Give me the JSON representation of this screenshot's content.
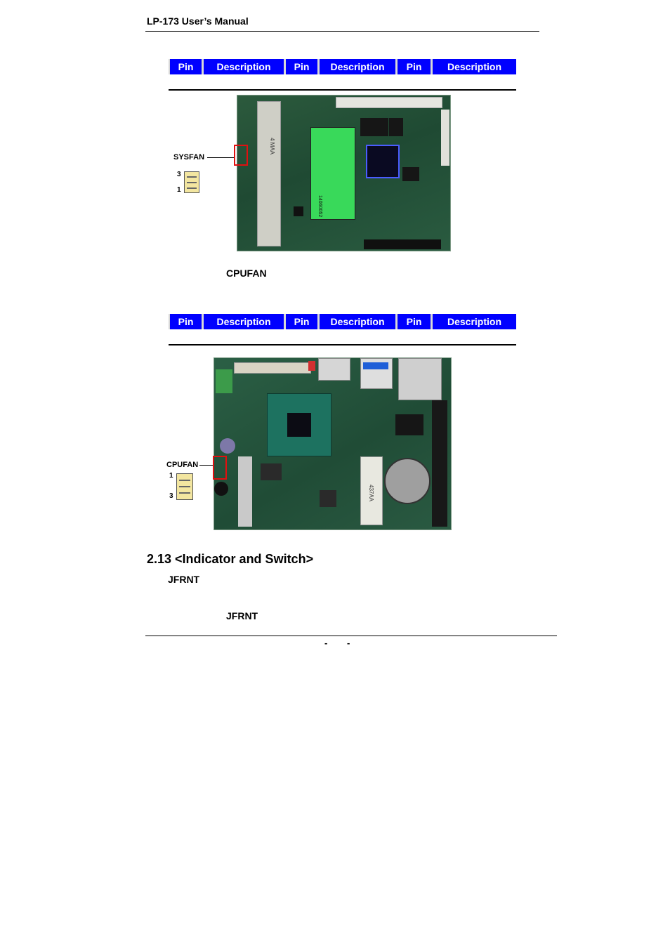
{
  "header": {
    "title": "LP-173 User’s Manual"
  },
  "tables": [
    {
      "columns": [
        "Pin",
        "Description",
        "Pin",
        "Description",
        "Pin",
        "Description"
      ]
    },
    {
      "columns": [
        "Pin",
        "Description",
        "Pin",
        "Description",
        "Pin",
        "Description"
      ]
    }
  ],
  "figures": [
    {
      "callout": "SYSFAN",
      "pin_labels": [
        "3",
        "1"
      ],
      "caption": "CPUFAN",
      "silkscreen": [
        "4 MAA",
        "14060052"
      ]
    },
    {
      "callout": "CPUFAN",
      "pin_labels": [
        "1",
        "3"
      ],
      "silkscreen": [
        "437AA"
      ]
    }
  ],
  "section": {
    "heading": "2.13 <Indicator and Switch>",
    "subheading": "JFRNT",
    "caption": "JFRNT"
  },
  "footer": {
    "page_marker": "- -"
  },
  "colors": {
    "table_header": "#0000ff",
    "highlight": "#e01010",
    "pcb": "#234f38"
  }
}
